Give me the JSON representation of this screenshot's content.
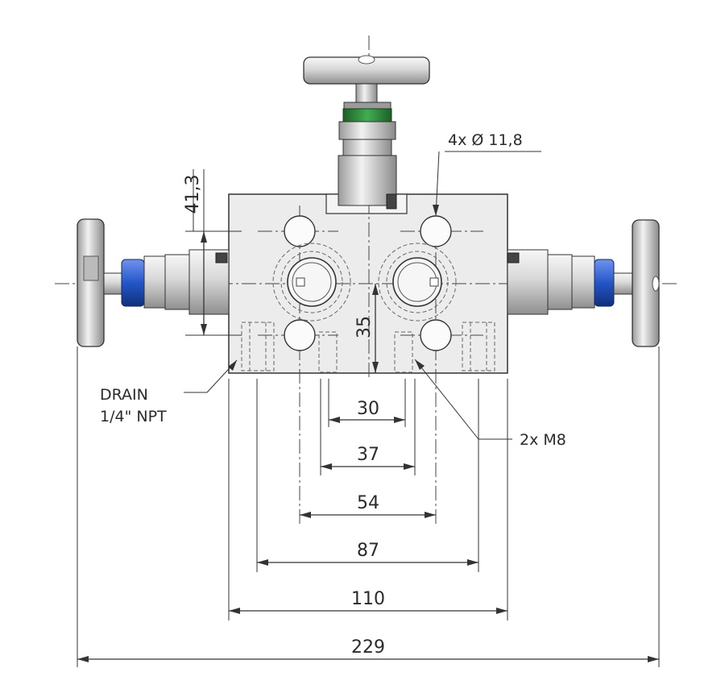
{
  "dimensions": {
    "overall_width": "229",
    "body_width": "110",
    "mount_hole_spacing": "87",
    "bolt_spacing": "54",
    "port_spacing_outer": "37",
    "port_spacing_inner": "30",
    "vertical_height": "35",
    "top_offset": "41,3"
  },
  "annotations": {
    "mount_holes": "4x Ø 11,8",
    "threaded_holes": "2x M8",
    "drain_line1": "DRAIN",
    "drain_line2": "1/4\" NPT"
  },
  "colors": {
    "green_seal": "#2e8b3c",
    "blue_seal": "#2456c8",
    "steel_light": "#e6e6e6",
    "steel_dark": "#8a8a8a",
    "body_fill": "#ececec"
  }
}
